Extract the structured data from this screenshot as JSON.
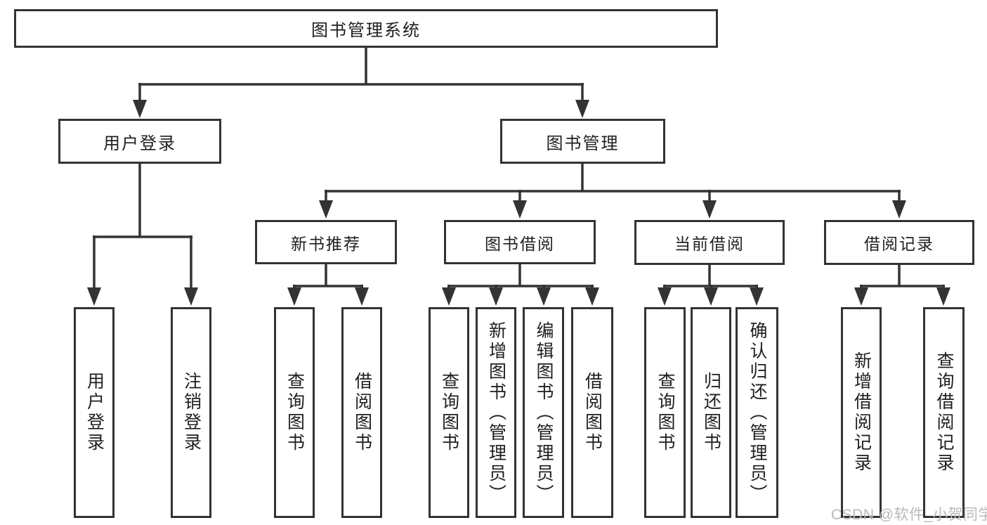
{
  "diagram": {
    "root": {
      "label": "图书管理系统"
    },
    "level2": [
      {
        "id": "user-login",
        "label": "用户登录"
      },
      {
        "id": "book-management",
        "label": "图书管理"
      }
    ],
    "level3": [
      {
        "id": "new-book-recommend",
        "label": "新书推荐",
        "parent": "图书管理"
      },
      {
        "id": "book-borrow",
        "label": "图书借阅",
        "parent": "图书管理"
      },
      {
        "id": "current-borrow",
        "label": "当前借阅",
        "parent": "图书管理"
      },
      {
        "id": "borrow-record",
        "label": "借阅记录",
        "parent": "图书管理"
      }
    ],
    "leaves": [
      {
        "label": "用户登录",
        "parent": "用户登录"
      },
      {
        "label": "注销登录",
        "parent": "用户登录"
      },
      {
        "label": "查询图书",
        "parent": "新书推荐"
      },
      {
        "label": "借阅图书",
        "parent": "新书推荐"
      },
      {
        "label": "查询图书",
        "parent": "图书借阅"
      },
      {
        "label": "新增图书（管理员）",
        "parent": "图书借阅"
      },
      {
        "label": "编辑图书（管理员）",
        "parent": "图书借阅"
      },
      {
        "label": "借阅图书",
        "parent": "图书借阅"
      },
      {
        "label": "查询图书",
        "parent": "当前借阅"
      },
      {
        "label": "归还图书",
        "parent": "当前借阅"
      },
      {
        "label": "确认归还（管理员）",
        "parent": "当前借阅"
      },
      {
        "label": "新增借阅记录",
        "parent": "借阅记录"
      },
      {
        "label": "查询借阅记录",
        "parent": "借阅记录"
      }
    ]
  },
  "watermark": {
    "text": "CSDN @软件_小贺同学"
  },
  "colors": {
    "line": "#333333",
    "text": "#1f1f1f",
    "watermark": "#b9b9b9",
    "background": "#ffffff"
  }
}
